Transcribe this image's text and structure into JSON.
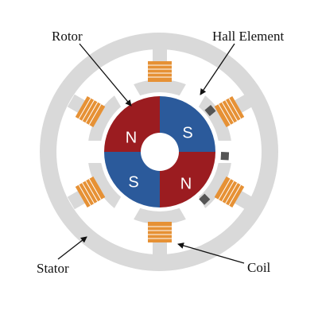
{
  "labels": {
    "rotor": "Rotor",
    "hall_element": "Hall Element",
    "stator": "Stator",
    "coil": "Coil"
  },
  "rotor_poles": [
    {
      "name": "north",
      "text": "N",
      "color": "#9b1c20"
    },
    {
      "name": "south",
      "text": "S",
      "color": "#2b5a9b"
    },
    {
      "name": "north",
      "text": "N",
      "color": "#9b1c20"
    },
    {
      "name": "south",
      "text": "S",
      "color": "#2b5a9b"
    }
  ],
  "colors": {
    "stator": "#d9d9d9",
    "coil_fill": "#e69135",
    "coil_line": "#ffffff",
    "hall_element": "#555555",
    "leader_line": "#111111",
    "north": "#9b1c20",
    "south": "#2b5a9b"
  },
  "components": {
    "coil_count": 6,
    "hall_element_count": 3,
    "rotor_pole_count": 4
  }
}
